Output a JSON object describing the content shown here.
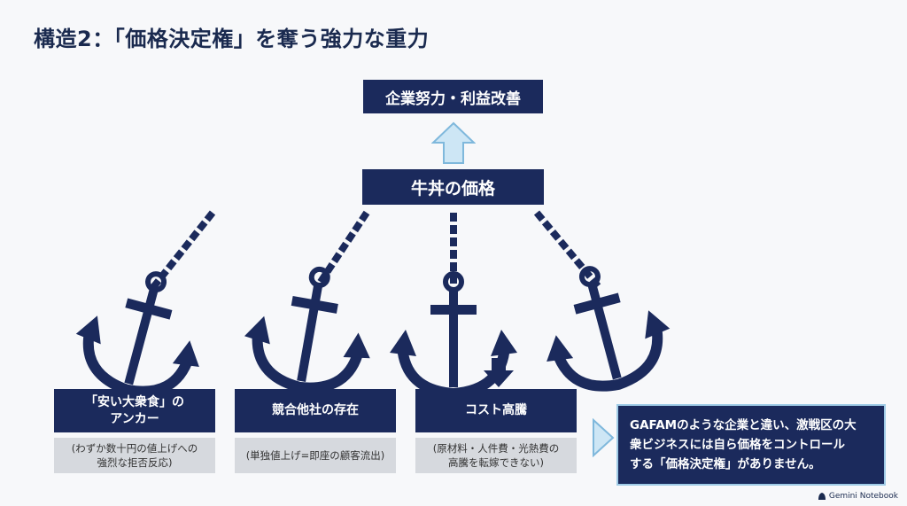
{
  "title": "構造2：「価格決定権」を奪う強力な重力",
  "top_box": "企業努力・利益改善",
  "center_box": "牛丼の価格",
  "anchors": [
    {
      "label_line1": "「安い大衆食」の",
      "label_line2": "アンカー",
      "sub_line1": "(わずか数十円の値上げへの",
      "sub_line2": "強烈な拒否反応)"
    },
    {
      "label_line1": "競合他社の存在",
      "label_line2": "",
      "sub_line1": "(単独値上げ=即座の顧客流出)",
      "sub_line2": ""
    },
    {
      "label_line1": "コスト高騰",
      "label_line2": "",
      "sub_line1": "(原材料・人件費・光熱費の",
      "sub_line2": "高騰を転嫁できない)"
    }
  ],
  "callout": {
    "line1": "GAFAMのような企業と違い、激戦区の大",
    "line2": "衆ビジネスには自ら価格をコントロール",
    "line3": "する「価格決定権」がありません。"
  },
  "footer": "Gemini Notebook",
  "colors": {
    "navy": "#1b2a5c",
    "light_blue": "#cde6f5",
    "arrow_outline": "#7fb8dc",
    "grey": "#d6d9de"
  }
}
